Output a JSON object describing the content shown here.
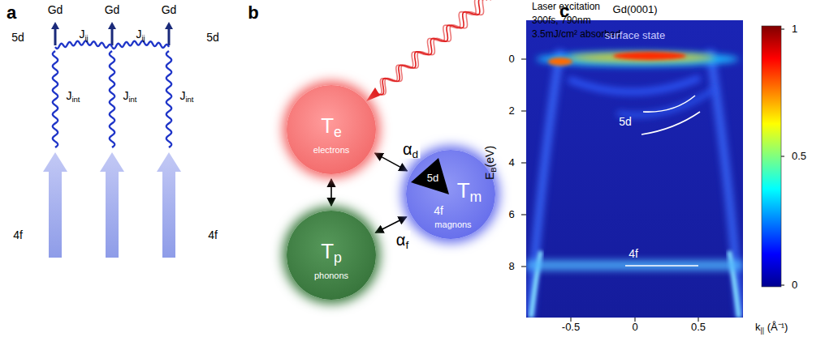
{
  "diagram": {
    "nodes": [
      {
        "text": [
          "Te",
          "electrons"
        ]
      },
      {
        "text": [
          "5d",
          "Tm",
          "4f",
          "magnons"
        ]
      },
      {
        "text": [
          "Tp",
          "phonons"
        ]
      }
    ],
    "edges": [
      {
        "from": 0,
        "to": 2,
        "arrow": "both"
      },
      {
        "from": 0,
        "to": 1,
        "label": "αd",
        "arrow": "both"
      },
      {
        "from": 2,
        "to": 1,
        "label": "αf",
        "arrow": "both"
      }
    ],
    "labels": [
      "a",
      "Gd",
      "Gd",
      "Gd",
      "5d",
      "Jij",
      "Jij",
      "5d",
      "Jint",
      "Jint",
      "Jint",
      "4f",
      "4f",
      "b",
      "Laser excitation",
      "300fs, 790nm",
      "3.5mJ/cm² absorbed",
      "c",
      "Gd(0001)",
      "surface state",
      "5d",
      "4f",
      "0",
      "2",
      "4",
      "6",
      "8",
      "EB(eV)",
      "-0.5",
      "0",
      "0.5",
      "k|| (Å⁻¹)",
      "1",
      "0.5",
      "0"
    ]
  }
}
